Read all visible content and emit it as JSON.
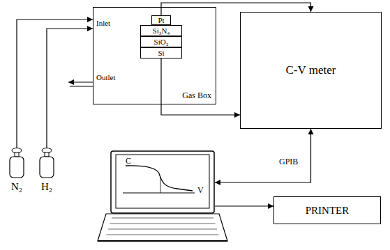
{
  "diagram": {
    "nodes": [
      {
        "text": [
          "Gas Box"
        ]
      },
      {
        "text": [
          "Pt"
        ],
        "in": 0
      },
      {
        "text": [
          "Si₃N₄"
        ],
        "in": 0
      },
      {
        "text": [
          "SiO₂"
        ],
        "in": 0
      },
      {
        "text": [
          "Si"
        ],
        "in": 0
      },
      {
        "text": [
          "C-V meter"
        ]
      },
      {
        "text": [
          "N₂"
        ]
      },
      {
        "text": [
          "H₂"
        ]
      },
      {
        "text": [
          "C",
          "V"
        ]
      },
      {
        "text": [
          "PRINTER"
        ]
      }
    ],
    "edges": [
      {
        "from": 1,
        "to": 5,
        "arrow": "to"
      },
      {
        "from": 4,
        "to": 5,
        "arrow": "to"
      },
      {
        "from": 5,
        "to": 8,
        "label": "GPIB",
        "arrow": "both"
      },
      {
        "from": 8,
        "to": 9,
        "arrow": "to"
      },
      {
        "from": 6,
        "to": 0,
        "arrow": "to"
      },
      {
        "from": 7,
        "to": 0,
        "arrow": "to"
      }
    ],
    "labels": [
      "Inlet",
      "Outlet"
    ]
  }
}
